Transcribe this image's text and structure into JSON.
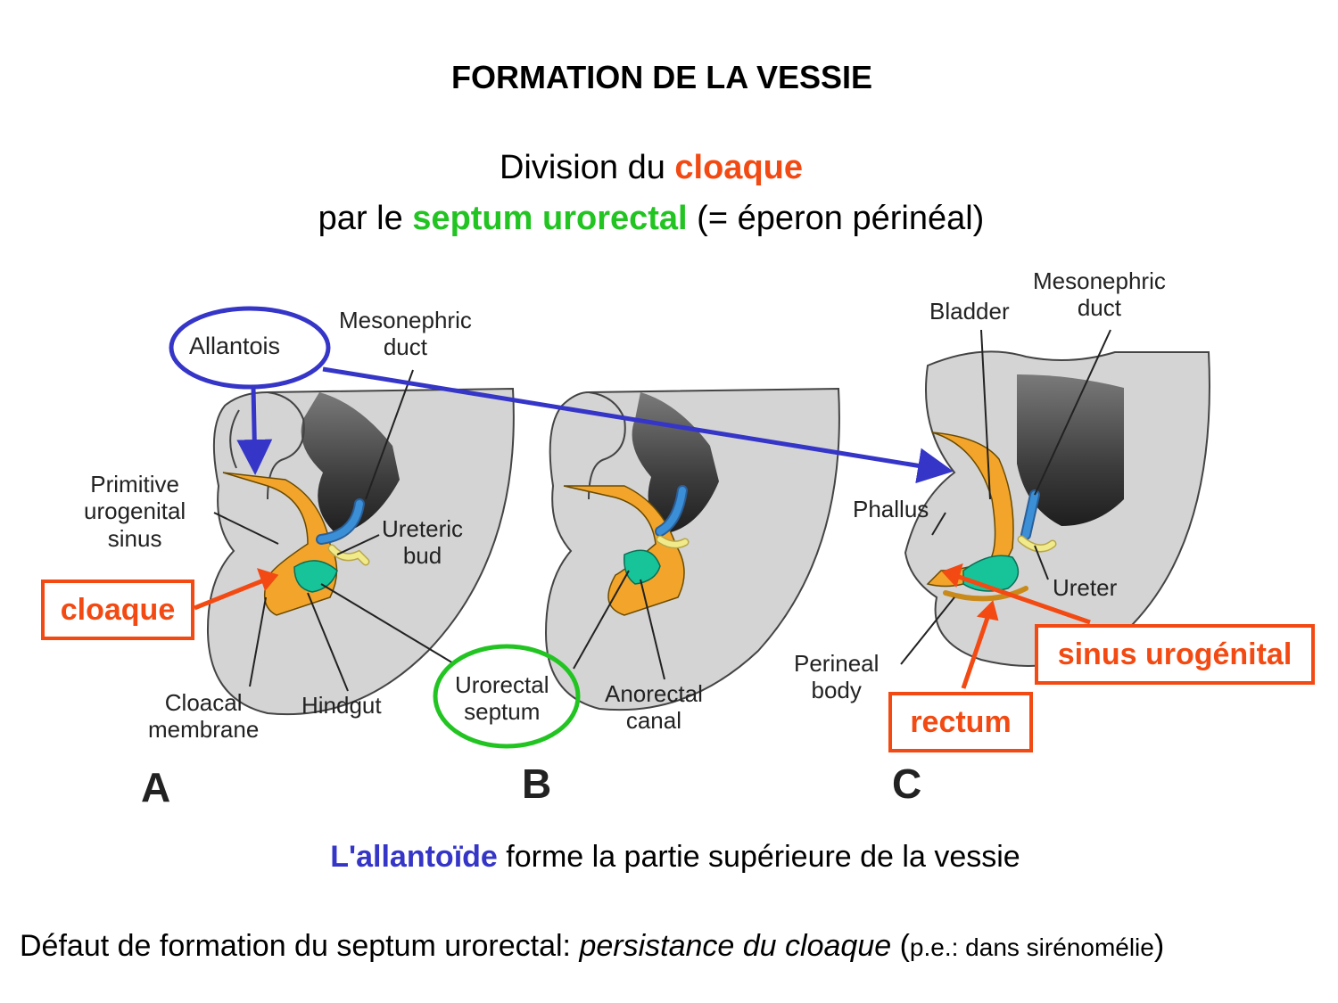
{
  "title": "FORMATION DE LA VESSIE",
  "subtitle": {
    "line1_prefix": "Division du ",
    "line1_highlight": "cloaque",
    "line2_prefix": "par le ",
    "line2_highlight": "septum urorectal",
    "line2_suffix": " (= éperon périnéal)"
  },
  "diagram": {
    "panel_a": {
      "letter": "A",
      "labels": {
        "allantois": "Allantois",
        "mesonephric_duct": [
          "Mesonephric",
          "duct"
        ],
        "primitive_urogenital_sinus": [
          "Primitive",
          "urogenital",
          "sinus"
        ],
        "ureteric_bud": [
          "Ureteric",
          "bud"
        ],
        "cloacal_membrane": [
          "Cloacal",
          "membrane"
        ],
        "hindgut": "Hindgut",
        "urorectal_septum": [
          "Urorectal",
          "septum"
        ]
      }
    },
    "panel_b": {
      "letter": "B",
      "labels": {
        "anorectal_canal": [
          "Anorectal",
          "canal"
        ]
      }
    },
    "panel_c": {
      "letter": "C",
      "labels": {
        "mesonephric_duct": [
          "Mesonephric",
          "duct"
        ],
        "bladder": "Bladder",
        "phallus": "Phallus",
        "ureter": "Ureter",
        "perineal_body": [
          "Perineal",
          "body"
        ]
      }
    },
    "callouts": {
      "cloaque": "cloaque",
      "sinus_urogenital": "sinus urogénital",
      "rectum": "rectum"
    }
  },
  "footer": {
    "line1_highlight": "L'allantoïde",
    "line1_suffix": " forme la partie supérieure de la vessie",
    "line2_prefix": "Défaut de formation du septum urorectal: ",
    "line2_italic": "persistance du cloaque",
    "line2_open": " (",
    "line2_small": "p.e.: dans sirénomélie",
    "line2_close": ")"
  },
  "colors": {
    "orange_red": "#f24a12",
    "green": "#22c422",
    "blue": "#3535c8",
    "embryo_grey": "#d4d4d4",
    "mesoderm_dark": "#5a5a5a",
    "endoderm_orange": "#f2a52a",
    "septum_teal": "#17c49a",
    "duct_blue": "#3a8fd6",
    "bud_yellow": "#f0ea8a"
  }
}
